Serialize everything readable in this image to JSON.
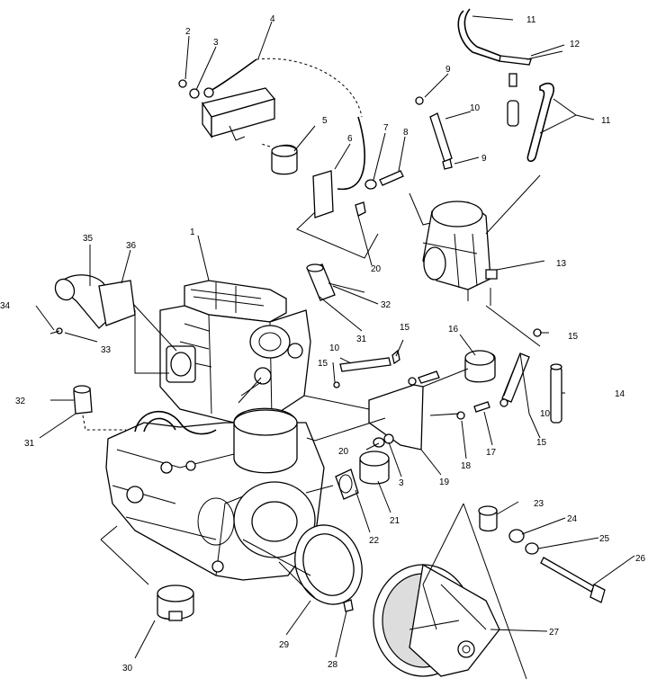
{
  "callouts": [
    {
      "id": "1",
      "text": "1"
    },
    {
      "id": "2",
      "text": "2"
    },
    {
      "id": "3a",
      "text": "3"
    },
    {
      "id": "4",
      "text": "4"
    },
    {
      "id": "5",
      "text": "5"
    },
    {
      "id": "6",
      "text": "6"
    },
    {
      "id": "7",
      "text": "7"
    },
    {
      "id": "8",
      "text": "8"
    },
    {
      "id": "9a",
      "text": "9"
    },
    {
      "id": "10a",
      "text": "10"
    },
    {
      "id": "9b",
      "text": "9"
    },
    {
      "id": "11a",
      "text": "11"
    },
    {
      "id": "12",
      "text": "12"
    },
    {
      "id": "11b",
      "text": "11"
    },
    {
      "id": "13",
      "text": "13"
    },
    {
      "id": "14",
      "text": "14"
    },
    {
      "id": "15a",
      "text": "15"
    },
    {
      "id": "15b",
      "text": "15"
    },
    {
      "id": "15c",
      "text": "15"
    },
    {
      "id": "15d",
      "text": "15"
    },
    {
      "id": "16",
      "text": "16"
    },
    {
      "id": "17",
      "text": "17"
    },
    {
      "id": "18",
      "text": "18"
    },
    {
      "id": "19",
      "text": "19"
    },
    {
      "id": "10b",
      "text": "10"
    },
    {
      "id": "10c",
      "text": "10"
    },
    {
      "id": "20a",
      "text": "20"
    },
    {
      "id": "20b",
      "text": "20"
    },
    {
      "id": "3b",
      "text": "3"
    },
    {
      "id": "21",
      "text": "21"
    },
    {
      "id": "22",
      "text": "22"
    },
    {
      "id": "23",
      "text": "23"
    },
    {
      "id": "24",
      "text": "24"
    },
    {
      "id": "25",
      "text": "25"
    },
    {
      "id": "26",
      "text": "26"
    },
    {
      "id": "27",
      "text": "27"
    },
    {
      "id": "28",
      "text": "28"
    },
    {
      "id": "29",
      "text": "29"
    },
    {
      "id": "30",
      "text": "30"
    },
    {
      "id": "31a",
      "text": "31"
    },
    {
      "id": "31b",
      "text": "31"
    },
    {
      "id": "32a",
      "text": "32"
    },
    {
      "id": "32b",
      "text": "32"
    },
    {
      "id": "33",
      "text": "33"
    },
    {
      "id": "34",
      "text": "34"
    },
    {
      "id": "35",
      "text": "35"
    },
    {
      "id": "36",
      "text": "36"
    }
  ]
}
